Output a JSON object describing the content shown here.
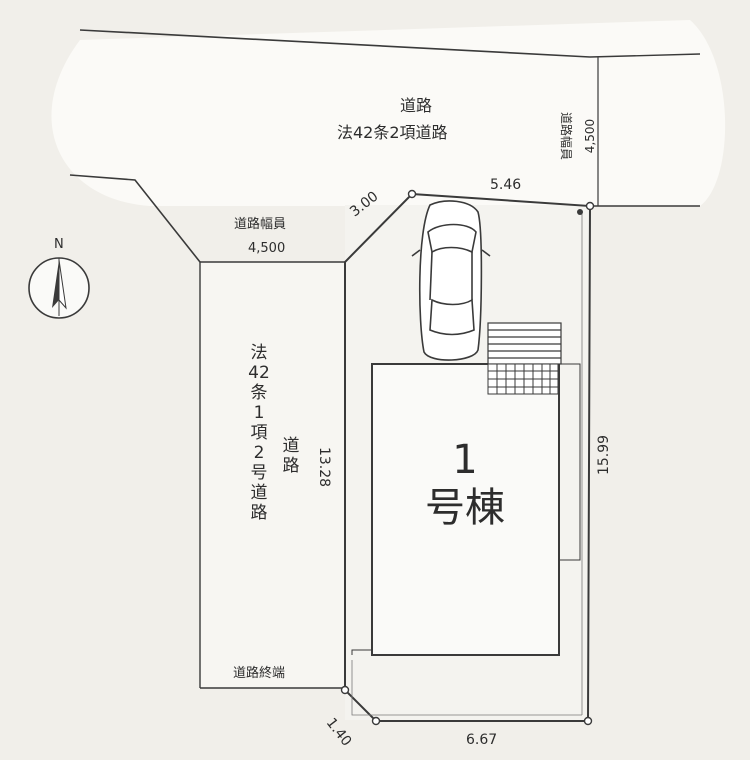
{
  "road_north": {
    "title": "道路",
    "class": "法42条2項道路",
    "width_label": "道路幅員",
    "width_value": "4,500"
  },
  "road_west": {
    "width_label": "道路幅員",
    "width_value": "4,500",
    "class_col1": "法42条1項2号道路",
    "class_col2": "道路",
    "end_label": "道路終端"
  },
  "dimensions": {
    "north_edge": "5.46",
    "corner_cut_top": "3.00",
    "west_edge": "13.28",
    "east_edge": "15.99",
    "south_edge": "6.67",
    "corner_cut_bottom": "1.40"
  },
  "building": {
    "number": "1",
    "label": "号棟"
  },
  "compass": {
    "north": "N"
  },
  "colors": {
    "background": "#f1efea",
    "road_fill": "#ffffff",
    "line": "#3a3a3a"
  }
}
